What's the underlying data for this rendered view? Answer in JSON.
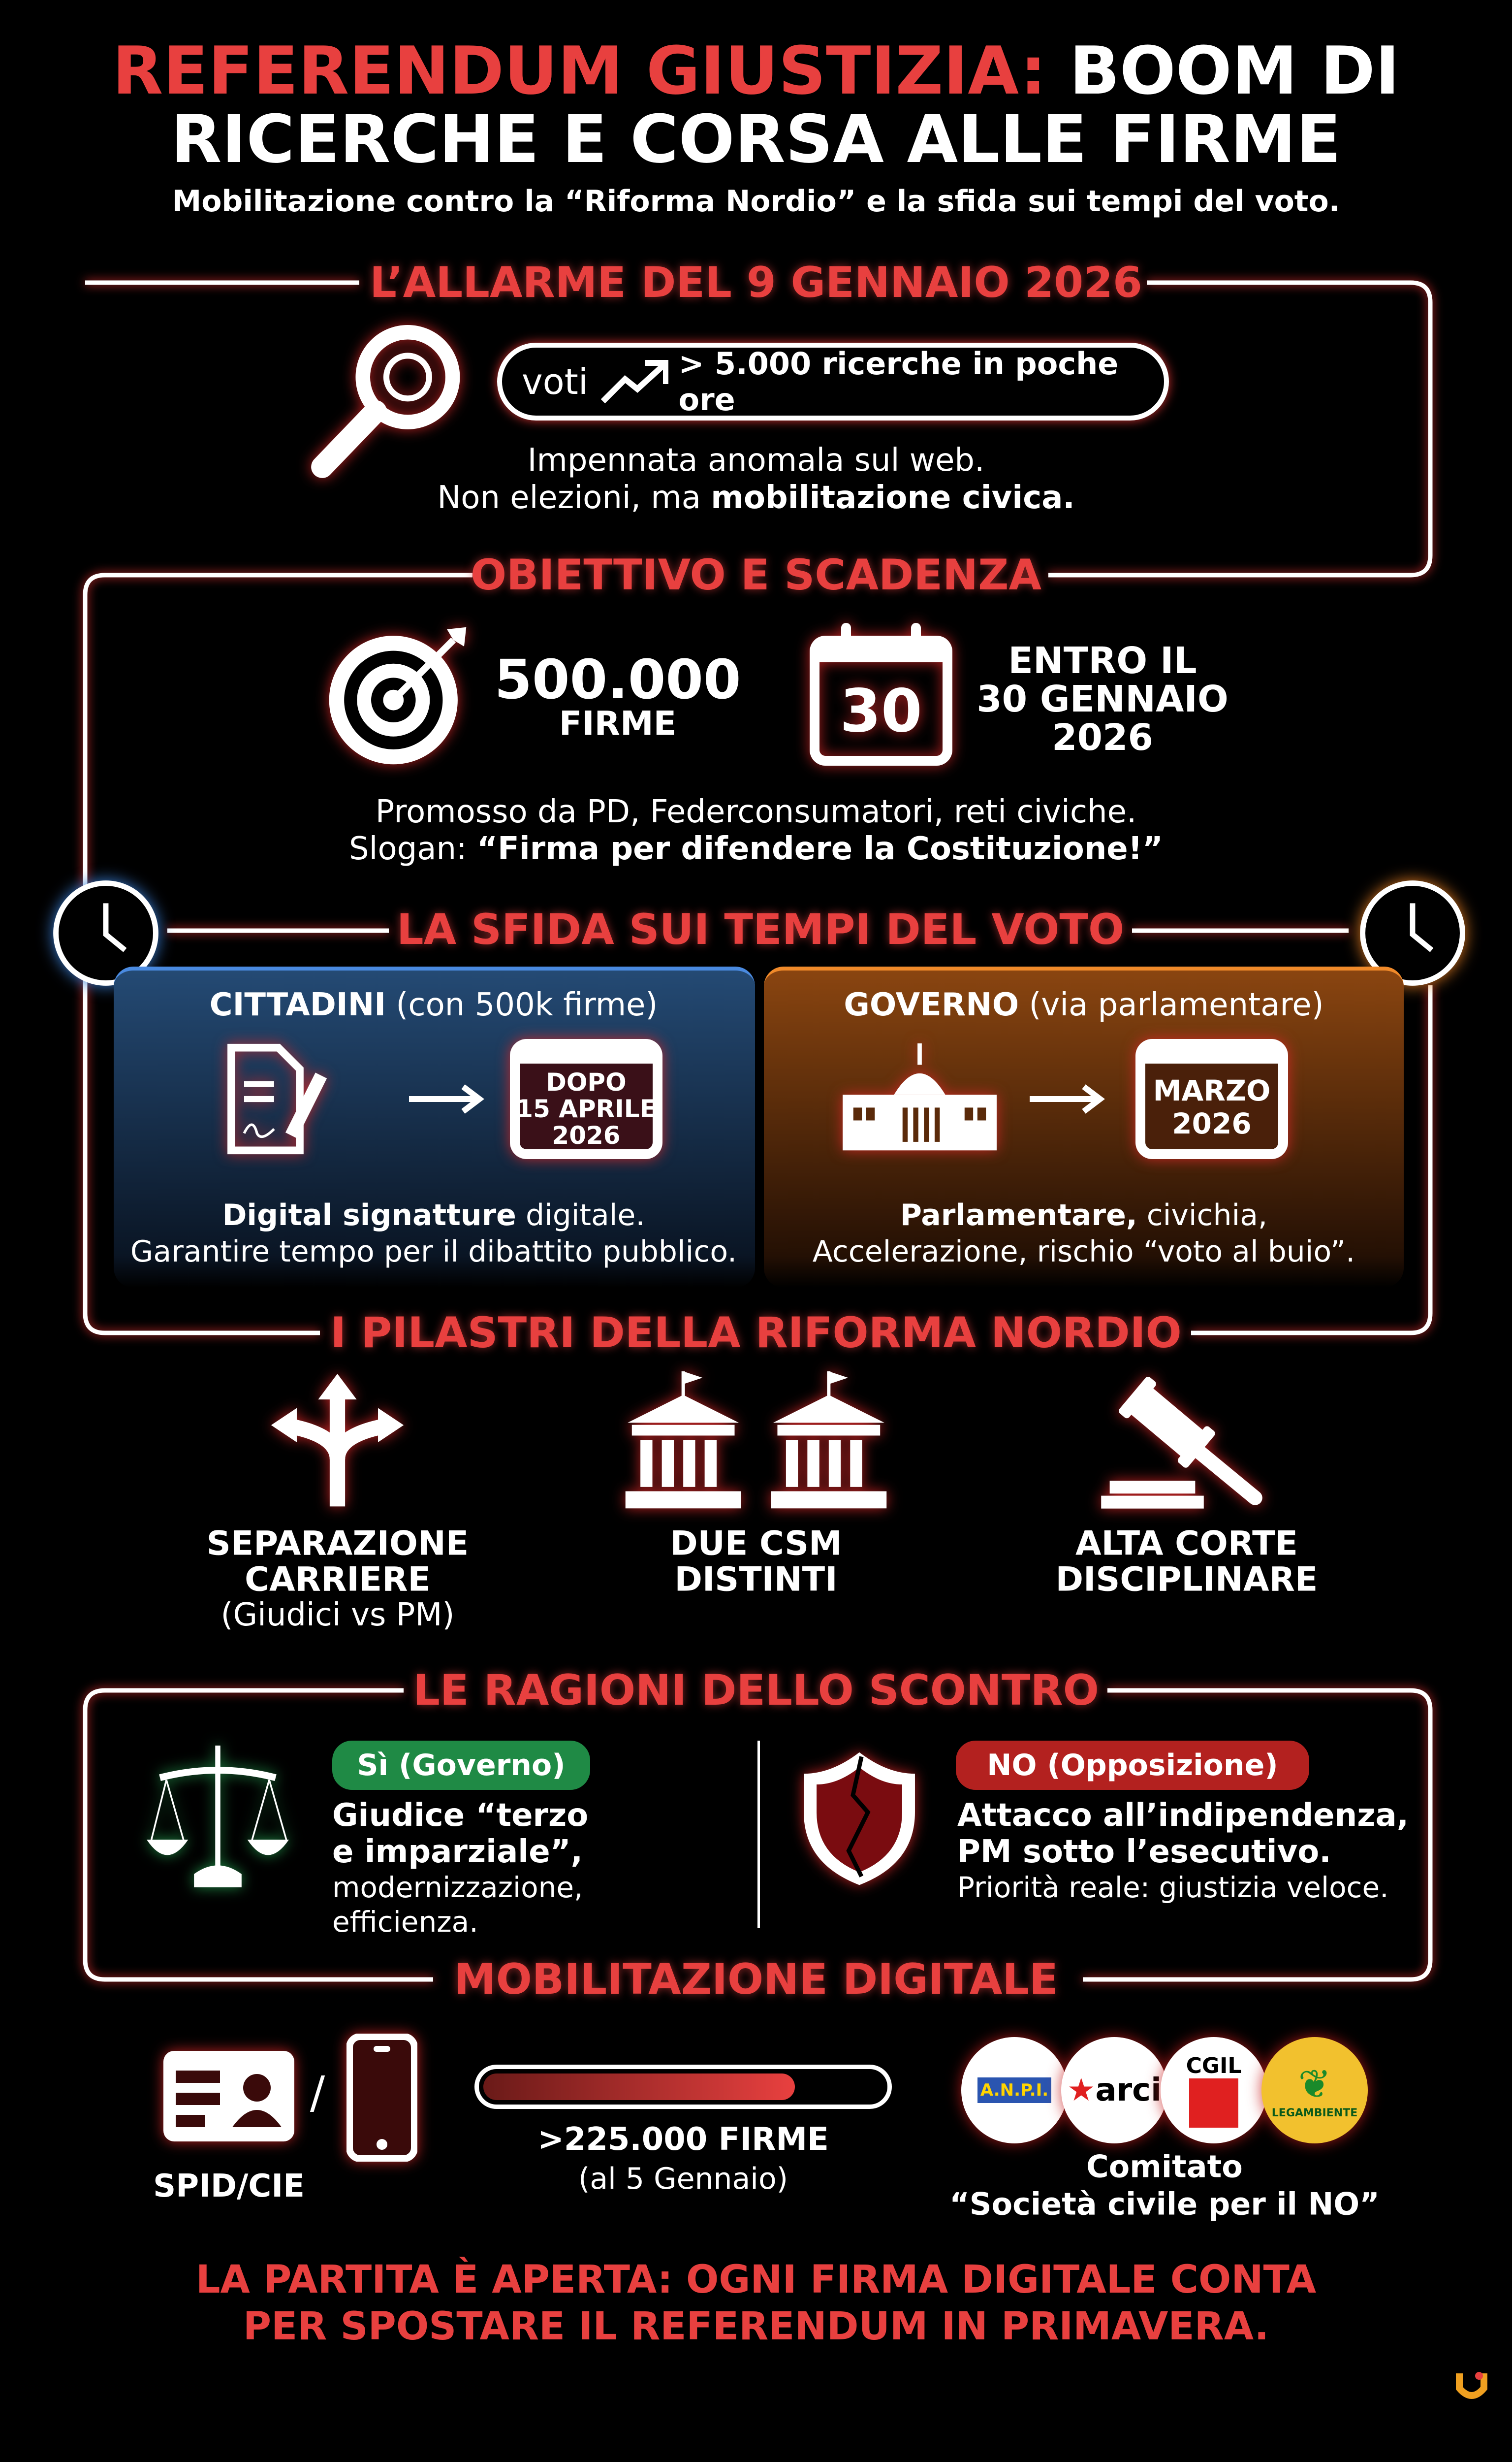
{
  "header": {
    "title_red": "REFERENDUM GIUSTIZIA:",
    "title_white_1": "BOOM DI",
    "title_line2": "RICERCHE E CORSA ALLE FIRME",
    "subtitle": "Mobilitazione contro la “Riforma Nordio” e la sfida sui tempi del voto."
  },
  "alarm": {
    "heading": "L’ALLARME DEL 9 GENNAIO 2026",
    "search_term": "voti",
    "search_result": "> 5.000 ricerche in poche ore",
    "line1": "Impennata anomala sul web.",
    "line2_regular": "Non elezioni, ma ",
    "line2_bold": "mobilitazione civica."
  },
  "goal": {
    "heading": "OBIETTIVO E SCADENZA",
    "count": "500.000",
    "count_label": "FIRME",
    "calendar_day": "30",
    "deadline": [
      "ENTRO IL",
      "30 GENNAIO",
      "2026"
    ],
    "promoters": "Promosso da PD, Federconsumatori, reti civiche.",
    "slogan_label": "Slogan: ",
    "slogan": "“Firma per difendere la Costituzione!”"
  },
  "timing": {
    "heading": "LA SFIDA SUI TEMPI DEL VOTO",
    "citizens": {
      "title_bold": "CITTADINI",
      "title_regular": " (con 500k firme)",
      "date": [
        "DOPO",
        "15 APRILE",
        "2026"
      ],
      "desc_bold": "Digital signatture",
      "desc_regular": " digitale.",
      "desc_line2": "Garantire tempo per il dibattito pubblico.",
      "color": "#2f5f9a"
    },
    "government": {
      "title_bold": "GOVERNO",
      "title_regular": " (via parlamentare)",
      "date": [
        "MARZO",
        "2026"
      ],
      "desc_bold": "Parlamentare,",
      "desc_regular": "  civichia,",
      "desc_line2": "Accelerazione, rischio “voto al buio”.",
      "color": "#c4620f"
    }
  },
  "pillars": {
    "heading": "I PILASTRI DELLA RIFORMA NORDIO",
    "items": [
      {
        "icon": "split-arrows-icon",
        "lines": [
          "SEPARAZIONE",
          "CARRIERE"
        ],
        "sub": "(Giudici vs PM)"
      },
      {
        "icon": "courthouse-icon",
        "lines": [
          "DUE CSM",
          "DISTINTI"
        ]
      },
      {
        "icon": "gavel-icon",
        "lines": [
          "ALTA CORTE",
          "DISCIPLINARE"
        ]
      }
    ]
  },
  "reasons": {
    "heading": "LE RAGIONI DELLO SCONTRO",
    "yes": {
      "badge": "Sì (Governo)",
      "bold": [
        "Giudice “terzo",
        "e imparziale”,"
      ],
      "regular": [
        "modernizzazione,",
        "efficienza."
      ],
      "color": "#1f8a45"
    },
    "no": {
      "badge": "NO (Opposizione)",
      "bold": [
        "Attacco all’indipendenza,",
        "PM sotto l’esecutivo."
      ],
      "regular": [
        "Priorità reale: giustizia veloce."
      ],
      "color": "#b3211f"
    }
  },
  "digital": {
    "heading": "MOBILITAZIONE DIGITALE",
    "id_label": "SPID/CIE",
    "separator": "/",
    "progress_fraction": 0.78,
    "signatures": ">225.000 FIRME",
    "signatures_date": "(al 5 Gennaio)",
    "logos": [
      "A.N.P.I.",
      "arci",
      "CGIL",
      "LEGAMBIENTE"
    ],
    "committee": [
      "Comitato",
      "“Società civile per il NO”"
    ]
  },
  "footer": {
    "line1": "LA PARTITA È APERTA: OGNI FIRMA DIGITALE CONTA",
    "line2": "PER SPOSTARE IL REFERENDUM IN PRIMAVERA."
  },
  "colors": {
    "accent": "#e8403f",
    "background": "#000000"
  }
}
